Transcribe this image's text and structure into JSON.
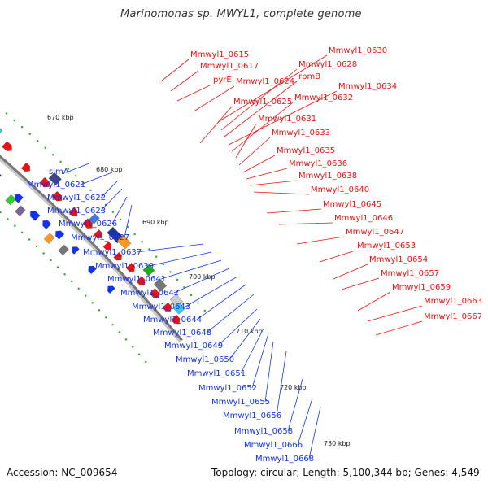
{
  "title": "Marinomonas sp. MWYL1, complete genome",
  "footer": {
    "accession": "Accession: NC_009654",
    "topology": "Topology: circular; Length: 5,100,344 bp; Genes: 4,549"
  },
  "colors": {
    "forward": "#ee1111",
    "reverse": "#1133ee",
    "backbone": "#999999",
    "cds_cyan": "#33ccee",
    "cds_gray": "#aaaaaa",
    "rna_green": "#22aa22"
  },
  "ticks": [
    "670 kbp",
    "680 kbp",
    "690 kbp",
    "700 kbp",
    "710 kbp",
    "720 kbp",
    "730 kbp"
  ],
  "forward_genes": [
    "Mmwyl1_0615",
    "Mmwyl1_0617",
    "pyrE",
    "Mmwyl1_0624",
    "Mmwyl1_0625",
    "Mmwyl1_0630",
    "Mmwyl1_0628",
    "rpmB",
    "Mmwyl1_0634",
    "Mmwyl1_0632",
    "Mmwyl1_0631",
    "Mmwyl1_0633",
    "Mmwyl1_0635",
    "Mmwyl1_0636",
    "Mmwyl1_0638",
    "Mmwyl1_0640",
    "Mmwyl1_0645",
    "Mmwyl1_0646",
    "Mmwyl1_0647",
    "Mmwyl1_0653",
    "Mmwyl1_0654",
    "Mmwyl1_0657",
    "Mmwyl1_0659",
    "Mmwyl1_0663",
    "Mmwyl1_0667"
  ],
  "reverse_genes": [
    "slmA",
    "Mmwyl1_0621",
    "Mmwyl1_0622",
    "Mmwyl1_0623",
    "Mmwyl1_0626",
    "Mmwyl1_0627",
    "Mmwyl1_0637",
    "Mmwyl1_0639",
    "Mmwyl1_0641",
    "Mmwyl1_0642",
    "Mmwyl1_0643",
    "Mmwyl1_0644",
    "Mmwyl1_0648",
    "Mmwyl1_0649",
    "Mmwyl1_0650",
    "Mmwyl1_0651",
    "Mmwyl1_0652",
    "Mmwyl1_0655",
    "Mmwyl1_0656",
    "Mmwyl1_0658",
    "Mmwyl1_0666",
    "Mmwyl1_0668"
  ]
}
